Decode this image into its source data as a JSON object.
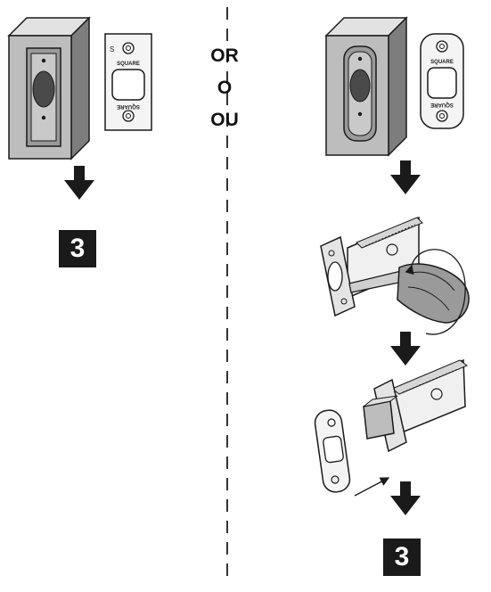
{
  "separator": {
    "or_labels": [
      "OR",
      "O",
      "OU"
    ]
  },
  "plates": {
    "small_mark": "S",
    "top_text": "SQUARE",
    "bottom_text": "SQUARE"
  },
  "steps": {
    "left_next": "3",
    "right_next": "3"
  },
  "colors": {
    "line": "#1a1a1a",
    "shade": "#bdbdbd",
    "shade_light": "#e2e2e2",
    "shade_dark": "#7d7d7d"
  }
}
